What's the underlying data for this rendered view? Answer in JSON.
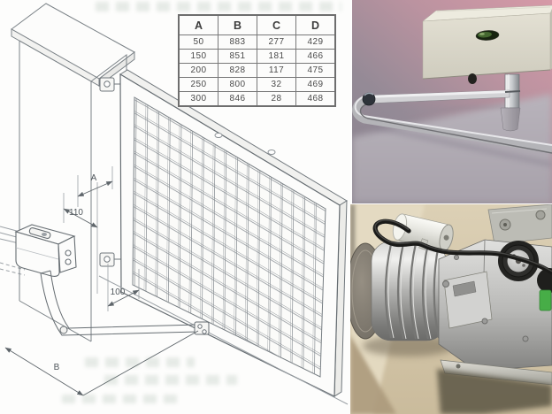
{
  "table": {
    "headers": [
      "A",
      "B",
      "C",
      "D"
    ],
    "rows": [
      [
        "50",
        "883",
        "277",
        "429"
      ],
      [
        "150",
        "851",
        "181",
        "466"
      ],
      [
        "200",
        "828",
        "117",
        "475"
      ],
      [
        "250",
        "800",
        "32",
        "469"
      ],
      [
        "300",
        "846",
        "28",
        "468"
      ]
    ]
  },
  "diagram": {
    "dim_a": "A",
    "dim_110": "110",
    "dim_100": "100",
    "dim_b": "B"
  },
  "colors": {
    "drawing_line": "#7b8287",
    "drawing_light_line": "#9aa0a5",
    "table_border": "#787878",
    "table_text": "#4a4a4a",
    "photo_top_pink": "#d699a7",
    "photo_top_mauve": "#8c8490",
    "photo_top_surface": "#b3aeb6",
    "device_beige": "#dcd9cb",
    "led_green": "#44672f",
    "photo_bottom_wall": "#d6c9ad",
    "motor_silver": "#b2b2b0",
    "connector_green": "#47ad47",
    "cable_black": "#1a1a18"
  }
}
